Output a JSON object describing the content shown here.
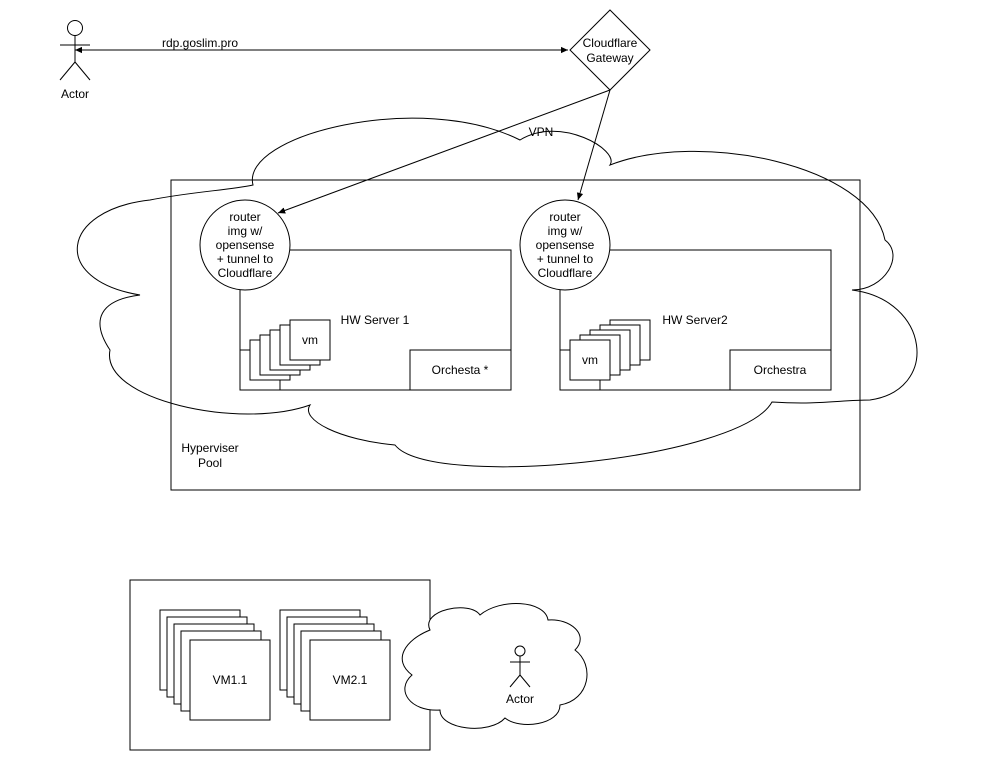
{
  "diagram": {
    "top_actor": {
      "label": "Actor"
    },
    "connection_label": "rdp.goslim.pro",
    "gateway": {
      "line1": "Cloudflare",
      "line2": "Gateway"
    },
    "vpn_label": "VPN",
    "pool_label": {
      "line1": "Hyperviser",
      "line2": "Pool"
    },
    "router1": {
      "line1": "router",
      "line2": "img w/",
      "line3": "opensense",
      "line4": "+ tunnel to",
      "line5": "Cloudflare"
    },
    "router2": {
      "line1": "router",
      "line2": "img w/",
      "line3": "opensense",
      "line4": "+ tunnel to",
      "line5": "Cloudflare"
    },
    "server1": {
      "label": "HW Server 1",
      "vm_label": "vm",
      "orchestra_label": "Orchesta *"
    },
    "server2": {
      "label": "HW Server2",
      "vm_label": "vm",
      "orchestra_label": "Orchestra"
    },
    "vm_group1_label": "VM1.1",
    "vm_group2_label": "VM2.1",
    "bottom_actor": {
      "label": "Actor"
    }
  }
}
